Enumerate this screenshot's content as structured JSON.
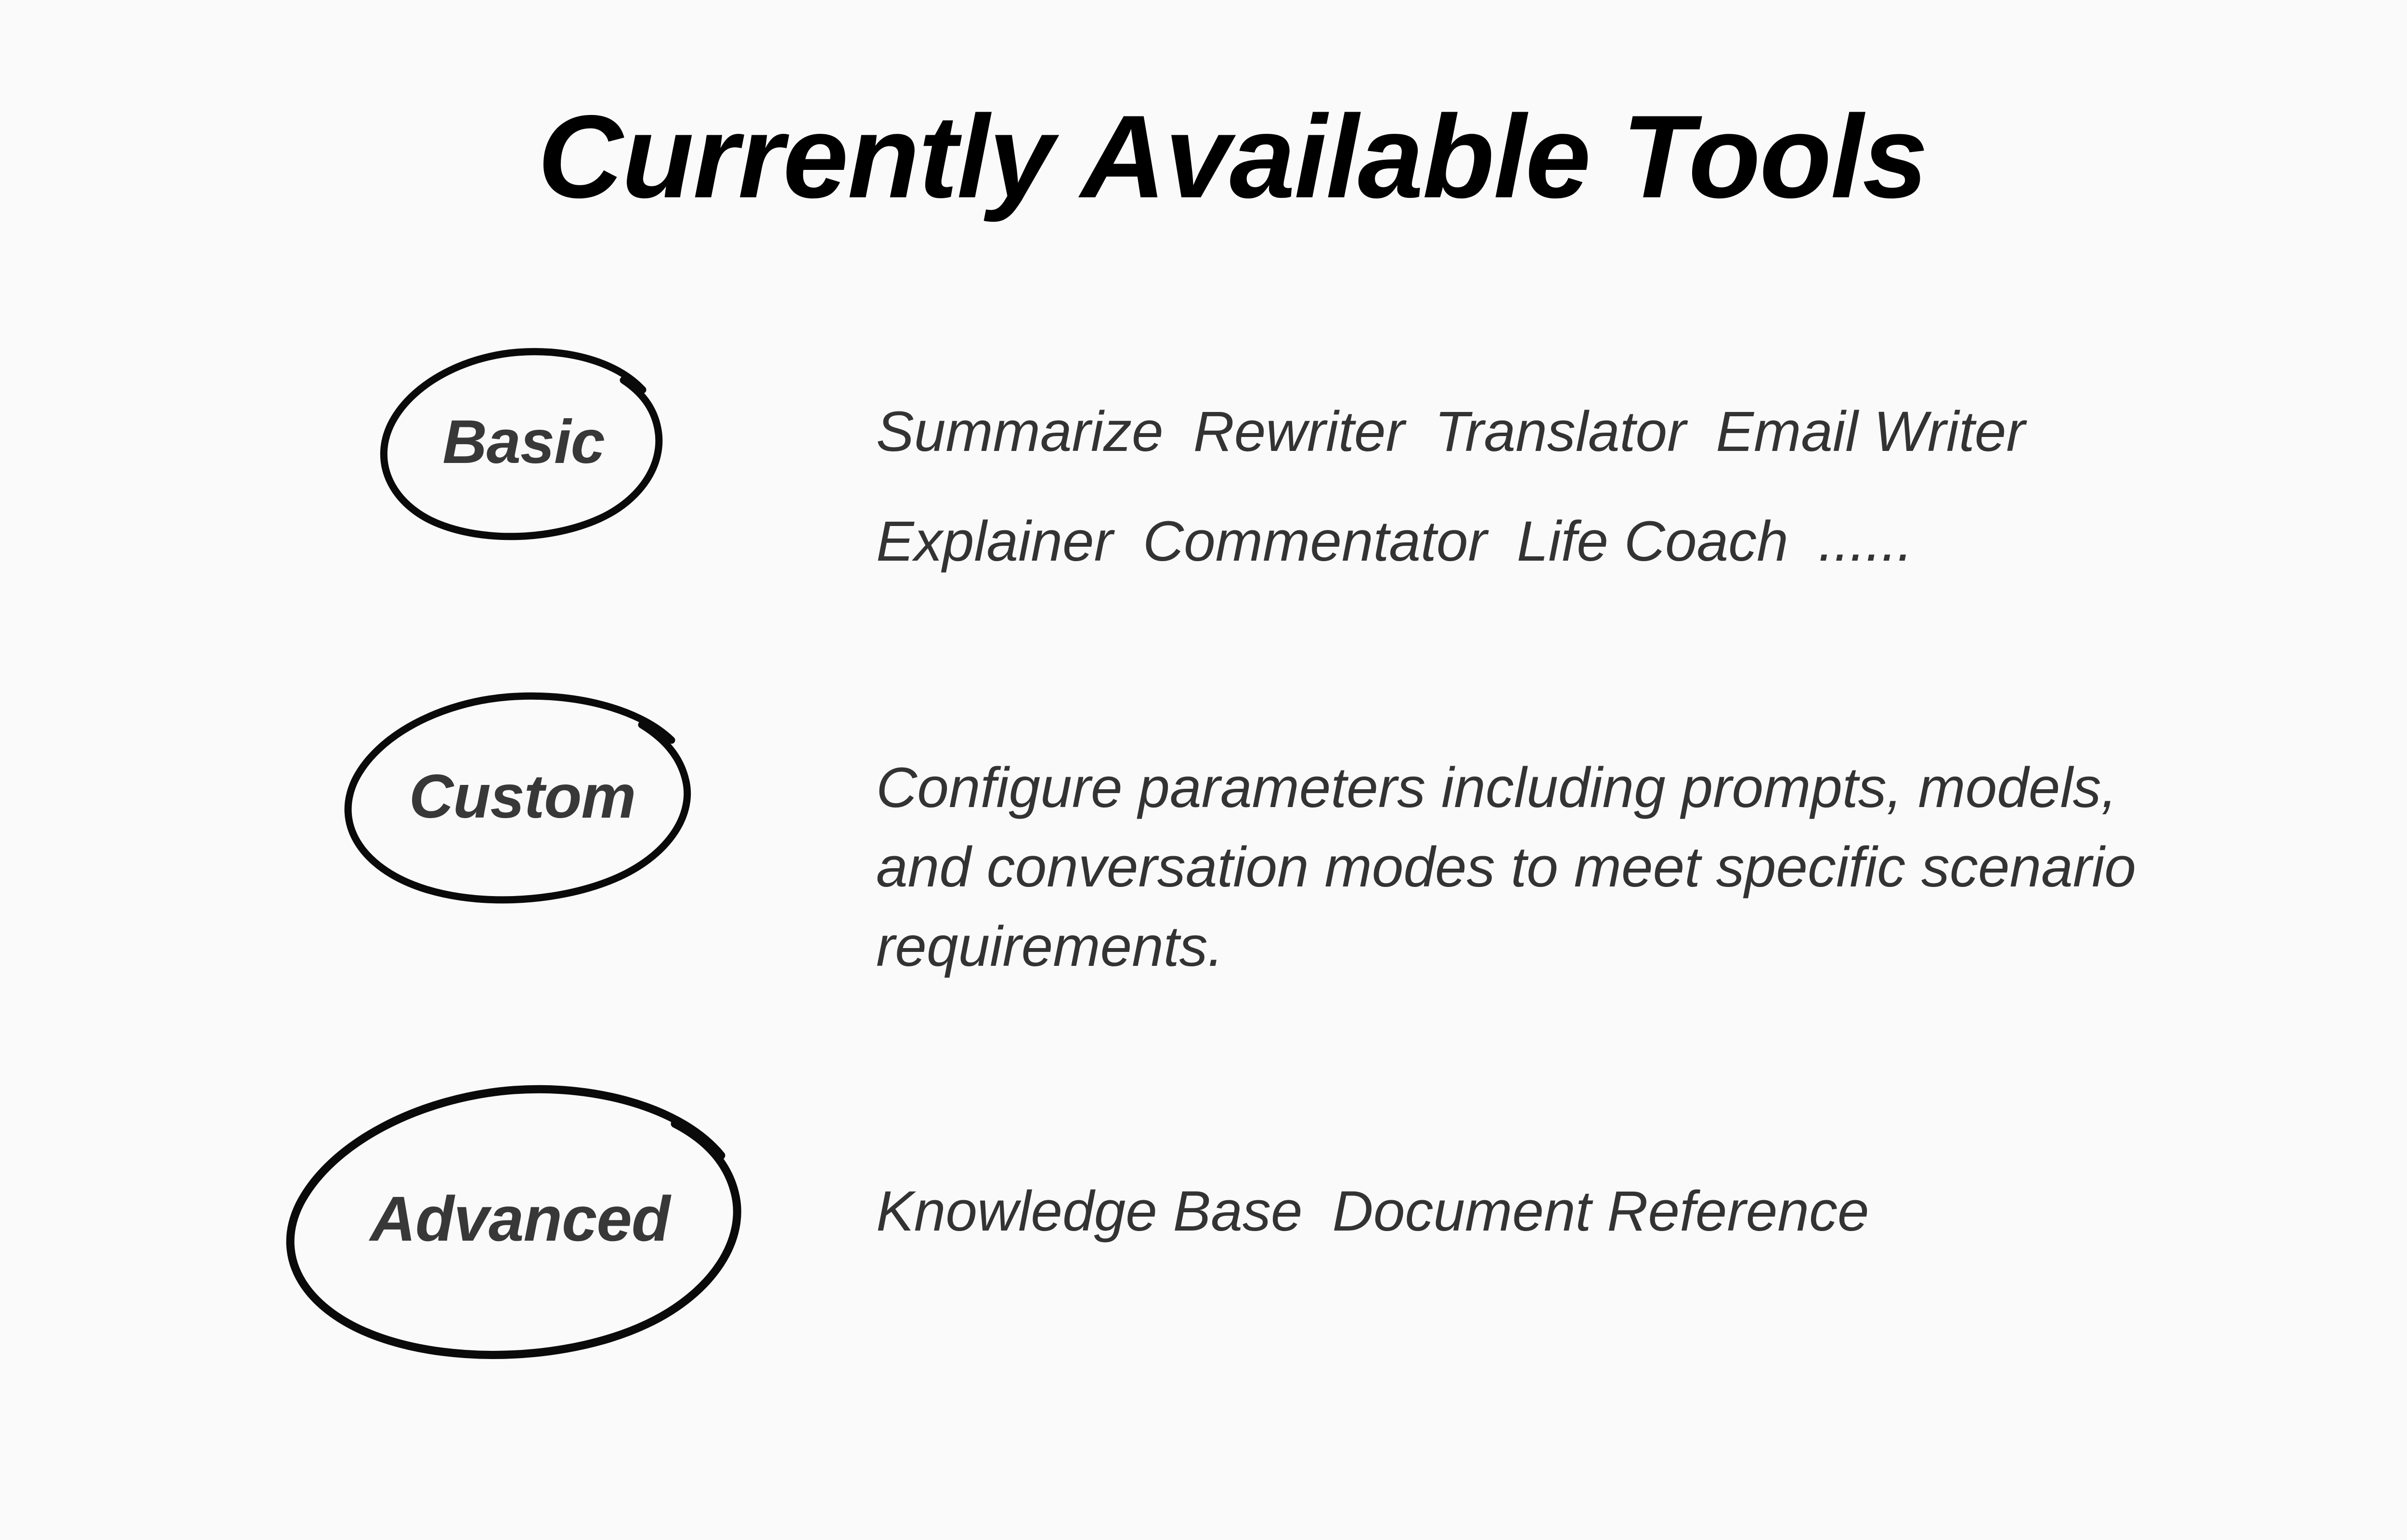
{
  "page": {
    "title": "Currently Available Tools",
    "background_color": "#fafafa",
    "title_color": "#000000",
    "body_text_color": "#333333",
    "ink_color": "#0a0a0a"
  },
  "rows": [
    {
      "id": "basic",
      "badge_label": "Basic",
      "badge_icon": "hand-drawn-ellipse-annotation",
      "lines": [
        {
          "items": [
            "Summarize",
            "Rewriter",
            "Translator",
            "Email Writer"
          ]
        },
        {
          "items": [
            "Explainer",
            "Commentator",
            "Life Coach",
            "......"
          ]
        }
      ]
    },
    {
      "id": "custom",
      "badge_label": "Custom",
      "badge_icon": "hand-drawn-ellipse-annotation",
      "paragraph_lines": [
        "Configure parameters including prompts, models,",
        "and conversation modes to meet specific scenario",
        "requirements."
      ]
    },
    {
      "id": "advanced",
      "badge_label": "Advanced",
      "badge_icon": "hand-drawn-ellipse-annotation",
      "lines": [
        {
          "items": [
            "Knowledge Base",
            "Document Reference"
          ]
        }
      ]
    }
  ]
}
